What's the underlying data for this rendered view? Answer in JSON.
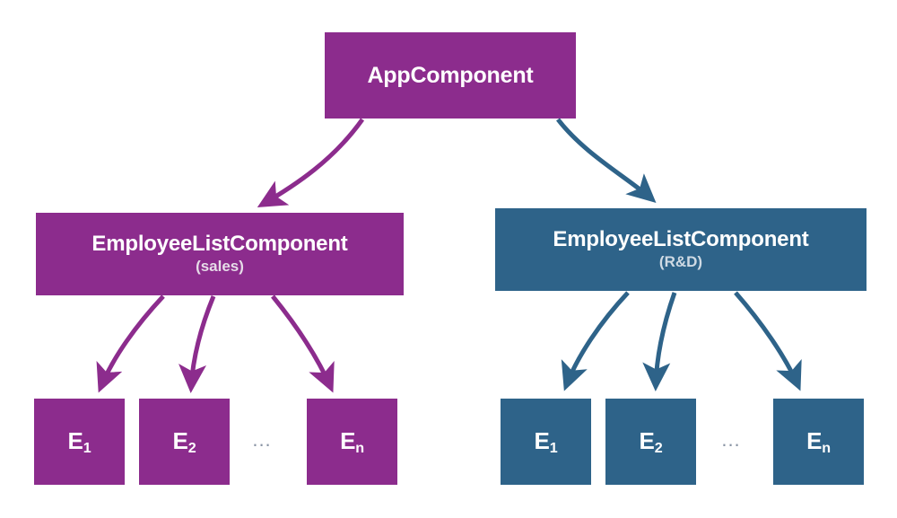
{
  "diagram": {
    "title": "Angular component tree with two EmployeeListComponent instances",
    "background": "#ffffff",
    "colors": {
      "purple": "#8c2c8d",
      "blue": "#2e6389",
      "label": "#ffffff",
      "sublabel_purple": "#e6dce8",
      "sublabel_blue": "#cfdae4",
      "ellipsis": "#8a95a5"
    },
    "root": {
      "label": "AppComponent",
      "color": "#8c2c8d"
    },
    "branches": [
      {
        "key": "sales",
        "label": "EmployeeListComponent",
        "sublabel": "(sales)",
        "color": "#8c2c8d",
        "leaves": [
          {
            "label": "E",
            "subscript": "1"
          },
          {
            "label": "E",
            "subscript": "2"
          },
          {
            "label": "E",
            "subscript": "n"
          }
        ],
        "ellipsis": "..."
      },
      {
        "key": "rnd",
        "label": "EmployeeListComponent",
        "sublabel": "(R&D)",
        "color": "#2e6389",
        "leaves": [
          {
            "label": "E",
            "subscript": "1"
          },
          {
            "label": "E",
            "subscript": "2"
          },
          {
            "label": "E",
            "subscript": "n"
          }
        ],
        "ellipsis": "..."
      }
    ],
    "edges": [
      {
        "name": "app-to-sales",
        "color": "#8c2c8d"
      },
      {
        "name": "app-to-rnd",
        "color": "#2e6389"
      },
      {
        "name": "sales-to-e1",
        "color": "#8c2c8d"
      },
      {
        "name": "sales-to-e2",
        "color": "#8c2c8d"
      },
      {
        "name": "sales-to-en",
        "color": "#8c2c8d"
      },
      {
        "name": "rnd-to-e1",
        "color": "#2e6389"
      },
      {
        "name": "rnd-to-e2",
        "color": "#2e6389"
      },
      {
        "name": "rnd-to-en",
        "color": "#2e6389"
      }
    ]
  }
}
